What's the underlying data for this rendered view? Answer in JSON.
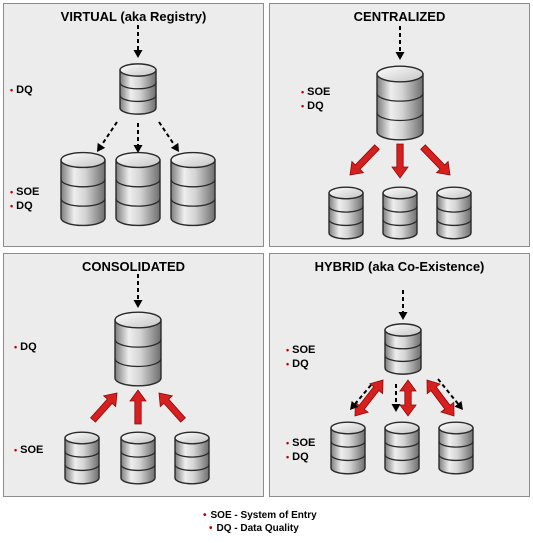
{
  "panels": {
    "virtual": {
      "title": "VIRTUAL (aka Registry)",
      "labels": [
        "DQ",
        "SOE",
        "DQ"
      ]
    },
    "centralized": {
      "title": "CENTRALIZED",
      "labels": [
        "SOE",
        "DQ"
      ]
    },
    "consolidated": {
      "title": "CONSOLIDATED",
      "labels": [
        "DQ",
        "SOE"
      ]
    },
    "hybrid": {
      "title": "HYBRID (aka Co-Existence)",
      "labels": [
        "SOE",
        "DQ",
        "SOE",
        "DQ"
      ]
    }
  },
  "legend": [
    "SOE - System of Entry",
    "DQ - Data Quality"
  ],
  "colors": {
    "arrow_red": "#d81f1f",
    "dashed": "#000000",
    "bullet": "#c00000"
  }
}
